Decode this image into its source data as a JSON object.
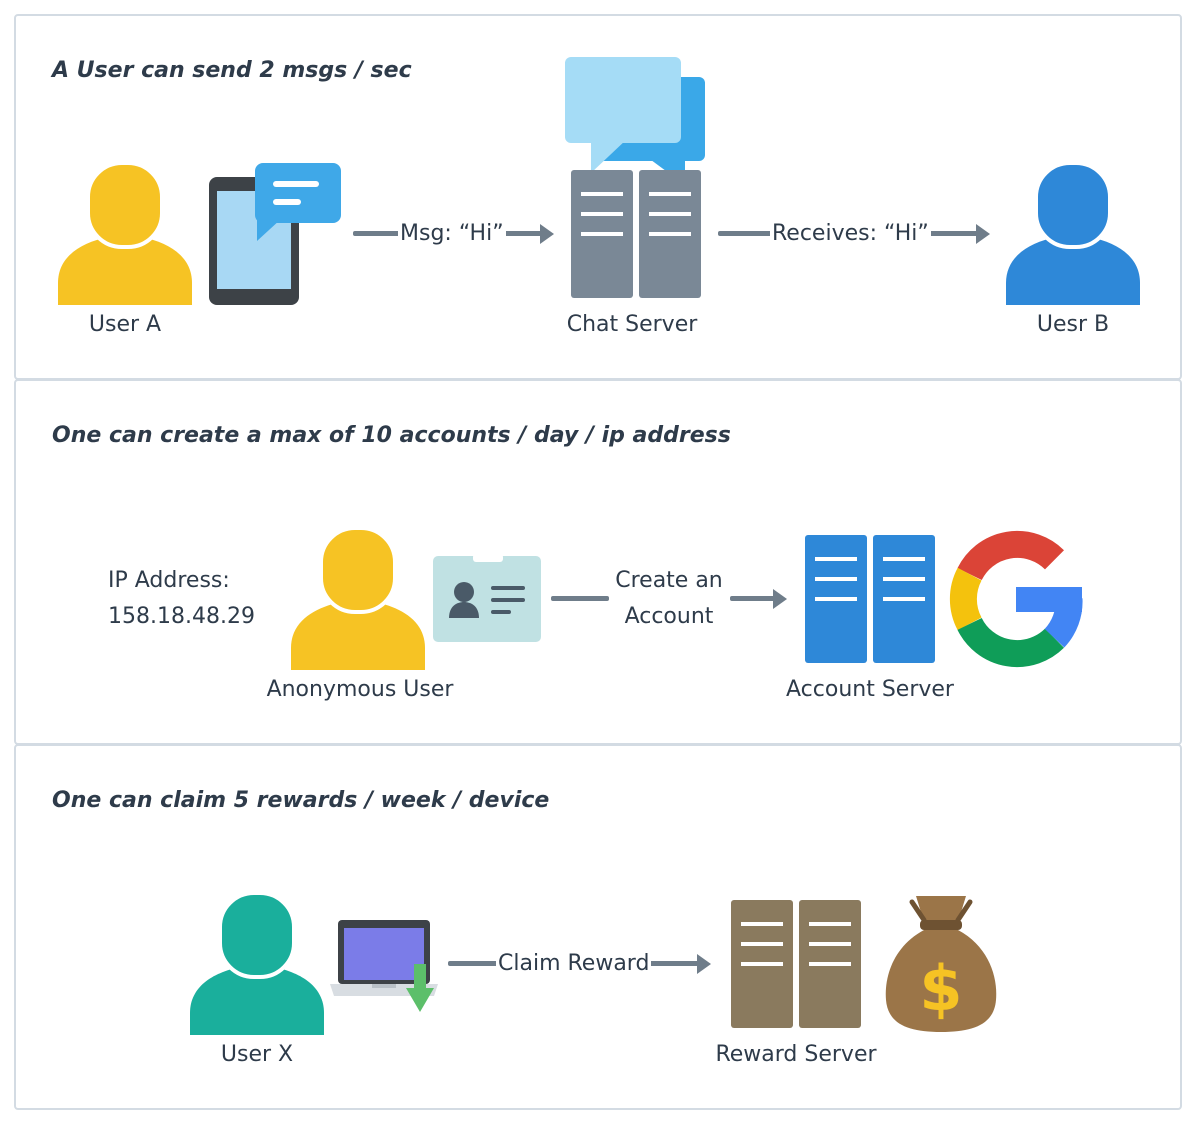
{
  "panels": [
    {
      "title": "A User can send 2 msgs / sec",
      "user_a": "User A",
      "arrow_1": "Msg: “Hi”",
      "server": "Chat Server",
      "arrow_2": "Receives: “Hi”",
      "user_b": "Uesr B"
    },
    {
      "title": "One can create a max of 10 accounts / day / ip address",
      "ip_label": "IP Address:",
      "ip_value": "158.18.48.29",
      "user": "Anonymous User",
      "arrow_line1": "Create an",
      "arrow_line2": "Account",
      "server": "Account Server"
    },
    {
      "title": "One can claim 5 rewards / week / device",
      "user": "User X",
      "arrow": "Claim Reward",
      "server": "Reward Server"
    }
  ],
  "icons": {
    "user_a": "user-icon",
    "phone": "smartphone-message-icon",
    "chat": "chat-bubbles-icon",
    "user_b": "user-icon",
    "id_card": "id-card-icon",
    "google": "google-logo",
    "laptop": "laptop-download-icon",
    "money": "money-bag-icon"
  },
  "colors": {
    "user_yellow": "#f6c324",
    "user_blue": "#2e88d8",
    "user_teal": "#1aaf9c",
    "server_gray": "#7a8896",
    "server_blue": "#2e88d8",
    "server_brown": "#8a7a5e",
    "arrow": "#6f7d8a",
    "panel_border": "#d3dbe3"
  }
}
